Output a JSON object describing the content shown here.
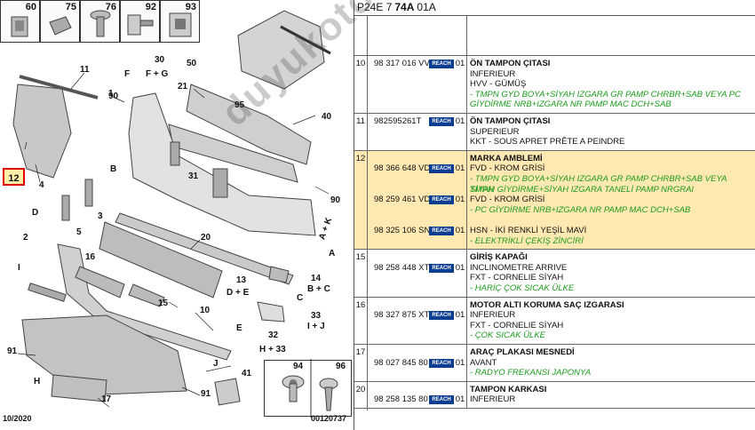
{
  "diagram": {
    "thumbs": [
      "60",
      "75",
      "76",
      "92",
      "93"
    ],
    "labels": {
      "n11": "11",
      "n12": "12",
      "n4": "4",
      "n1": "1",
      "n2": "2",
      "n3": "3",
      "n5": "5",
      "n16": "16",
      "n15": "15",
      "n10": "10",
      "n17": "17",
      "n20": "20",
      "n21": "21",
      "n31": "31",
      "n50": "50",
      "n95": "95",
      "n40": "40",
      "n90a": "90",
      "n90b": "90",
      "n91a": "91",
      "n91b": "91",
      "n13": "13",
      "n14": "14",
      "n33": "33",
      "n32": "32",
      "n30": "30",
      "n41": "41",
      "n94": "94",
      "n96": "96",
      "lF": "F",
      "lB": "B",
      "lD": "D",
      "lI": "I",
      "lH": "H",
      "lJ": "J",
      "lE": "E",
      "lC": "C",
      "lA": "A",
      "fg": "F + G",
      "de": "D + E",
      "bc": "B + C",
      "ij": "I + J",
      "h33": "H + 33",
      "ak": "A + K"
    },
    "date": "10/2020",
    "ref": "00120737"
  },
  "watermark": "duyukoto.com",
  "panel": {
    "header": {
      "a": "P24E 7",
      "b": "74A",
      "c": "01A"
    },
    "reach": "REACH",
    "rows": [
      {
        "num": "10",
        "lines": [
          {
            "pn": "98 317 016 VV",
            "reach": true,
            "qty": "01",
            "text": "ÖN TAMPON ÇITASI",
            "style": "t"
          },
          {
            "text": "INFERIEUR"
          },
          {
            "text": "HVV - GÜMÜŞ"
          },
          {
            "text": "- TMPN GYD BOYA+SİYAH IZGARA GR PAMP CHRBR+SAB VEYA PC",
            "style": "g"
          },
          {
            "text": "GİYDİRME NRB+IZGARA NR PAMP MAC DCH+SAB",
            "style": "g"
          }
        ]
      },
      {
        "num": "11",
        "lines": [
          {
            "pn": "982595261T",
            "reach": true,
            "qty": "01",
            "text": "ÖN TAMPON ÇITASI",
            "style": "t"
          },
          {
            "text": "SUPERIEUR"
          },
          {
            "text": "KKT - SOUS APRET PRÊTE A PEINDRE"
          }
        ]
      },
      {
        "num": "12",
        "sel": true,
        "lines": [
          {
            "text": "MARKA AMBLEMİ",
            "style": "t"
          },
          {
            "pn": "98 366 648 VD",
            "reach": true,
            "qty": "01",
            "text": "FVD - KROM GRİSİ"
          },
          {
            "text": "- TMPN GYD BOYA+SİYAH IZGARA GR PAMP CHRBR+SAB VEYA TMPN",
            "style": "g"
          },
          {
            "text": "SİYAH GİYDİRME+SİYAH IZGARA TANELİ PAMP NRGRAI",
            "style": "g"
          },
          {
            "pn": "98 259 461 VD",
            "reach": true,
            "qty": "01",
            "text": "FVD - KROM GRİSİ"
          },
          {
            "text": "- PC GİYDİRME NRB+IZGARA NR PAMP MAC DCH+SAB",
            "style": "g"
          },
          {
            "text": ""
          },
          {
            "pn": "98 325 106 SN",
            "reach": true,
            "qty": "01",
            "text": "HSN - İKİ RENKLİ YEŞİL MAVİ"
          },
          {
            "text": "- ELEKTRİKLİ ÇEKİŞ ZİNCİRİ",
            "style": "g"
          }
        ]
      },
      {
        "num": "15",
        "lines": [
          {
            "text": "GİRİŞ KAPAĞI",
            "style": "t"
          },
          {
            "pn": "98 258 448 XT",
            "reach": true,
            "qty": "01",
            "text": "INCLINOMETRE ARRIVE"
          },
          {
            "text": "FXT - CORNELIE SİYAH"
          },
          {
            "text": "- HARİÇ ÇOK SICAK ÜLKE",
            "style": "g"
          }
        ]
      },
      {
        "num": "16",
        "lines": [
          {
            "text": "MOTOR ALTI KORUMA SAÇ IZGARASI",
            "style": "t"
          },
          {
            "pn": "98 327 875 XT",
            "reach": true,
            "qty": "01",
            "text": "INFERIEUR"
          },
          {
            "text": "FXT - CORNELIE SİYAH"
          },
          {
            "text": "- ÇOK SICAK ÜLKE",
            "style": "g"
          }
        ]
      },
      {
        "num": "17",
        "lines": [
          {
            "text": "ARAÇ PLAKASI MESNEDİ",
            "style": "t"
          },
          {
            "pn": "98 027 845 80",
            "reach": true,
            "qty": "01",
            "text": "AVANT"
          },
          {
            "text": "- RADYO FREKANSI JAPONYA",
            "style": "g"
          }
        ]
      },
      {
        "num": "20",
        "lines": [
          {
            "text": "TAMPON KARKASI",
            "style": "t"
          },
          {
            "pn": "98 258 135 80",
            "reach": true,
            "qty": "01",
            "text": "INFERIEUR"
          }
        ]
      }
    ]
  }
}
